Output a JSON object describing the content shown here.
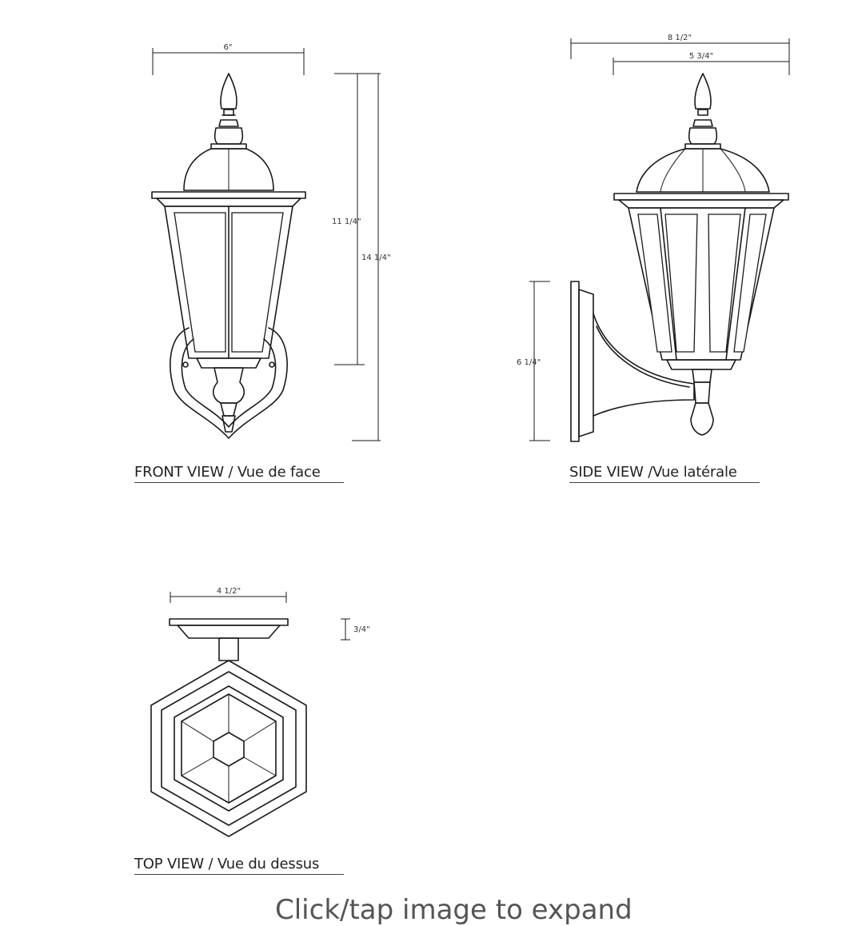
{
  "front_view": {
    "caption": "FRONT VIEW / Vue de face",
    "dim_width": "6\"",
    "dim_body_height": "11 1/4\"",
    "dim_total_height": "14 1/4\""
  },
  "side_view": {
    "caption": "SIDE VIEW /Vue latérale",
    "dim_total_depth": "8 1/2\"",
    "dim_head_width": "5 3/4\"",
    "dim_mount_height": "6 1/4\""
  },
  "top_view": {
    "caption": "TOP VIEW / Vue du dessus",
    "dim_width": "4 1/2\"",
    "dim_backplate": "3/4\""
  },
  "footer": {
    "hint": "Click/tap image to expand"
  }
}
